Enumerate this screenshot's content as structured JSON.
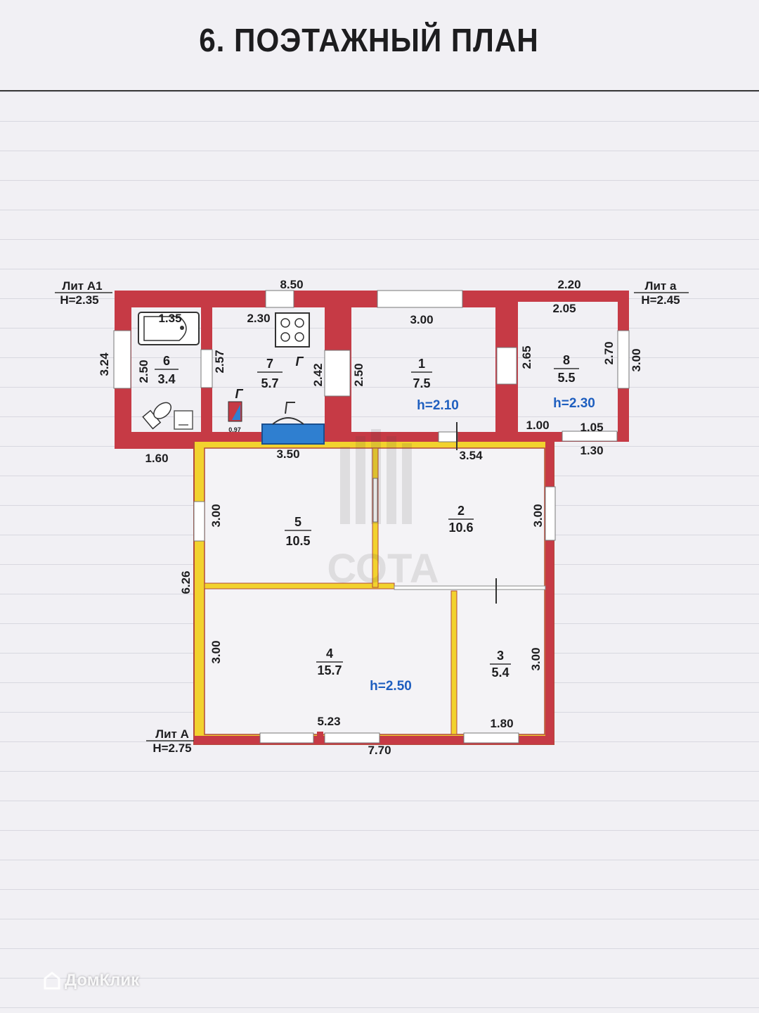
{
  "title": "6. ПОЭТАЖНЫЙ ПЛАН",
  "watermark": "ДомКлик",
  "watermark_logo": "СОТА",
  "colors": {
    "masonry": "#c63a45",
    "frame": "#f2d22e",
    "frame_outline": "#b24a3a",
    "height_text": "#1f5fbf",
    "stove": "#2f7fd0"
  },
  "blocks": {
    "lit_a1": {
      "name": "Лит А1",
      "height": "H=2.35"
    },
    "lit_a_small": {
      "name": "Лит а",
      "height": "H=2.45"
    },
    "lit_a": {
      "name": "Лит А",
      "height": "H=2.75"
    }
  },
  "rooms": [
    {
      "id": "1",
      "area": "7.5",
      "height": "h=2.10"
    },
    {
      "id": "2",
      "area": "10.6"
    },
    {
      "id": "3",
      "area": "5.4"
    },
    {
      "id": "4",
      "area": "15.7",
      "height": "h=2.50"
    },
    {
      "id": "5",
      "area": "10.5"
    },
    {
      "id": "6",
      "area": "3.4"
    },
    {
      "id": "7",
      "area": "5.7"
    },
    {
      "id": "8",
      "area": "5.5",
      "height": "h=2.30"
    }
  ],
  "dimensions": {
    "top_total": "8.50",
    "top_right": "2.20",
    "room8_inner": "2.05",
    "room1_width": "3.00",
    "room7_width": "2.30",
    "bath": "1.35",
    "left_a1": "3.24",
    "room6_inner": "2.50",
    "wall_6_7": "2.57",
    "wall_7_1": "2.42",
    "wall_1_left": "2.50",
    "wall_1_8": "2.65",
    "room8_right": "2.70",
    "right_outer": "3.00",
    "room8_b1": "1.00",
    "room8_b2": "1.05",
    "room8_b3": "1.30",
    "a1_bottom": "1.60",
    "room5_top": "3.50",
    "room2_top": "3.54",
    "room5_left": "3.00",
    "lit_a_left": "6.26",
    "room2_right": "3.00",
    "room4_left": "3.00",
    "room3_right": "3.00",
    "room4_bottom": "5.23",
    "room3_bottom": "1.80",
    "bottom_total": "7.70",
    "chimney": "0.97"
  },
  "symbols": {
    "gas": "Г"
  }
}
